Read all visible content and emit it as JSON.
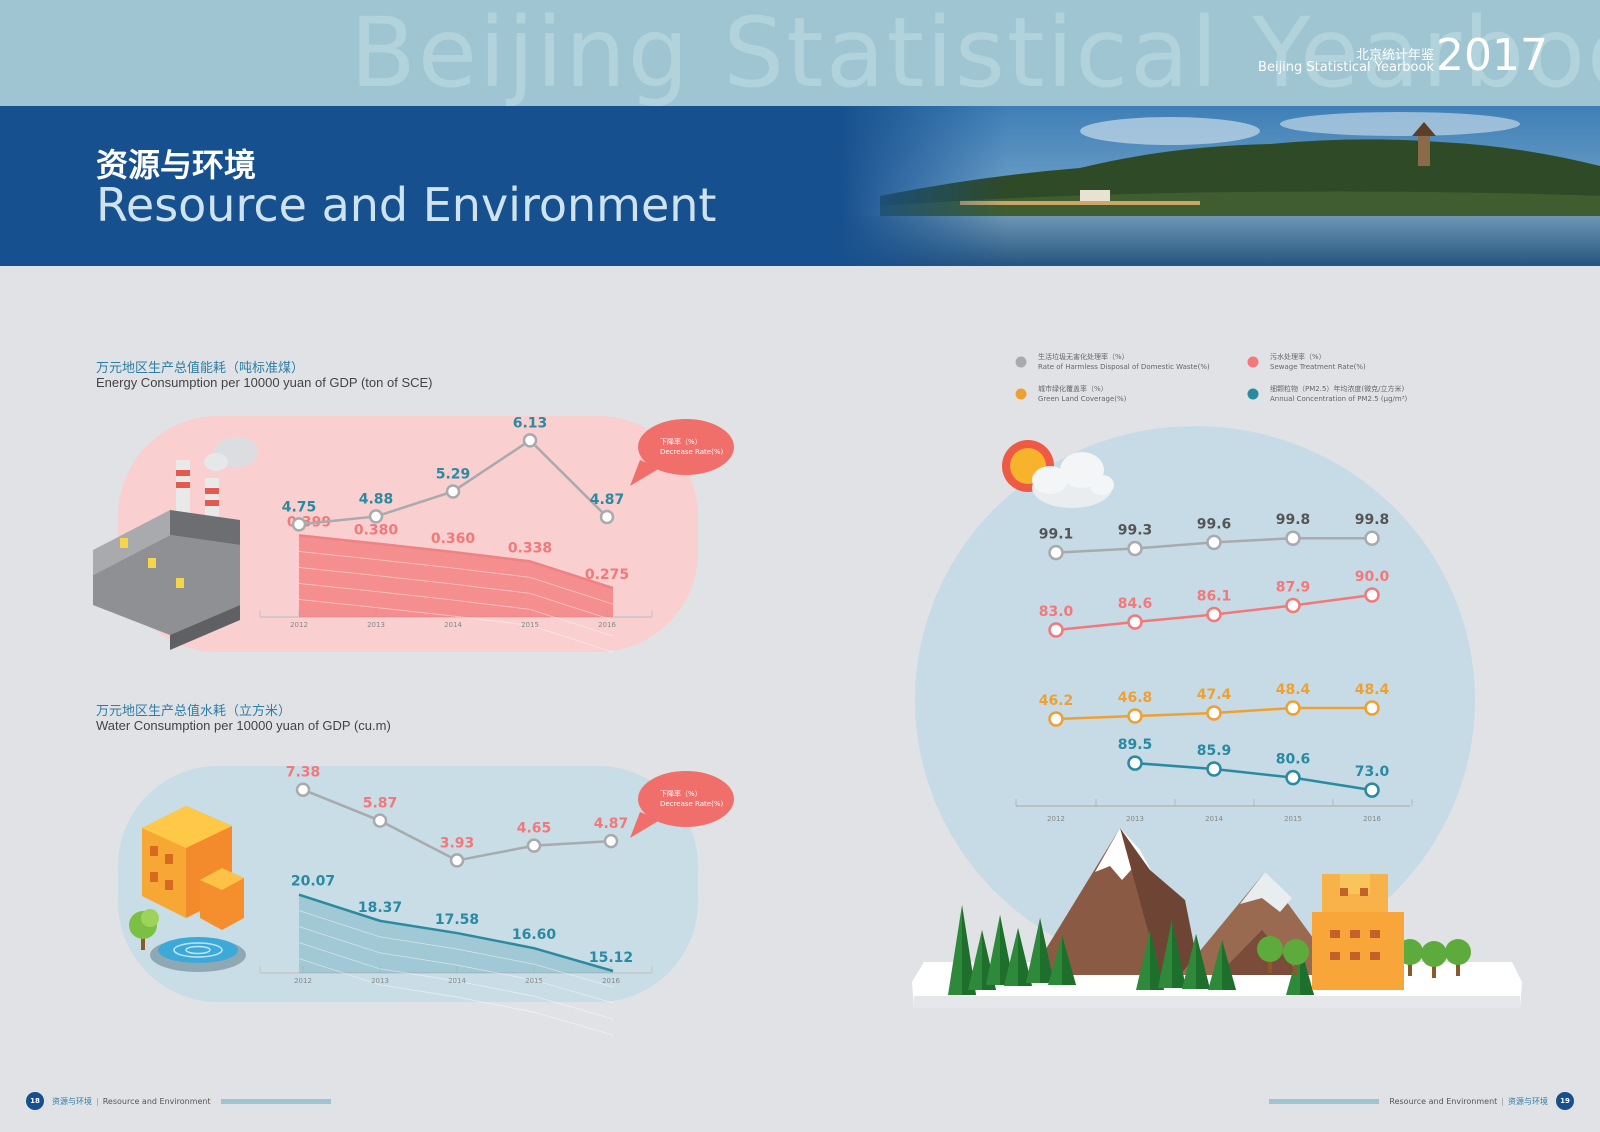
{
  "header": {
    "watermark": "Beijing Statistical Yearbook",
    "yearbook_cn": "北京统计年鉴",
    "yearbook_en": "Beijing Statistical Yearbook",
    "year": "2017"
  },
  "banner": {
    "title_cn": "资源与环境",
    "title_en": "Resource and Environment"
  },
  "colors": {
    "banner_blue": "#17508e",
    "pink": "#f3787a",
    "teal": "#2a8aa2",
    "gray": "#a8aaad",
    "orange": "#f0a030"
  },
  "energy": {
    "title_cn": "万元地区生产总值能耗（吨标准煤）",
    "title_en": "Energy Consumption per 10000 yuan of GDP (ton of SCE)",
    "bubble_cn": "下降率（%）",
    "bubble_en": "Decrease Rate(%)"
  },
  "water": {
    "title_cn": "万元地区生产总值水耗（立方米）",
    "title_en": "Water Consumption per 10000 yuan of GDP (cu.m)",
    "bubble_cn": "下降率（%）",
    "bubble_en": "Decrease Rate(%)"
  },
  "legend": [
    {
      "cn": "生活垃圾无害化处理率（%）",
      "en": "Rate of Harmless Disposal of Domestic Waste(%)",
      "color": "#a8aaad"
    },
    {
      "cn": "污水处理率（%）",
      "en": "Sewage Treatment Rate(%)",
      "color": "#f3787a"
    },
    {
      "cn": "城市绿化覆盖率（%）",
      "en": "Green Land Coverage(%)",
      "color": "#f0a030"
    },
    {
      "cn": "细颗粒物（PM2.5）年均浓度(微克/立方米)",
      "en": "Annual Concentration of PM2.5 (μg/m³)",
      "color": "#2a8aa2"
    }
  ],
  "chart_data": [
    {
      "type": "area",
      "id": "energy",
      "title": "Energy Consumption per 10000 yuan of GDP (ton of SCE)",
      "categories": [
        "2012",
        "2013",
        "2014",
        "2015",
        "2016"
      ],
      "series": [
        {
          "name": "Decrease Rate(%)",
          "kind": "line",
          "color": "#a8aaad",
          "label_color": "#2a8aa2",
          "values": [
            4.75,
            4.88,
            5.29,
            6.13,
            4.87
          ],
          "labels": [
            "4.75",
            "4.88",
            "5.29",
            "6.13",
            "4.87"
          ]
        },
        {
          "kind": "area",
          "color": "#f3787a",
          "label_color": "#f3787a",
          "values": [
            0.399,
            0.38,
            0.36,
            0.338,
            0.275
          ],
          "labels": [
            "0.399",
            "0.380",
            "0.360",
            "0.338",
            "0.275"
          ]
        }
      ]
    },
    {
      "type": "area",
      "id": "water",
      "title": "Water Consumption per 10000 yuan of GDP (cu.m)",
      "categories": [
        "2012",
        "2013",
        "2014",
        "2015",
        "2016"
      ],
      "series": [
        {
          "name": "Decrease Rate(%)",
          "kind": "line",
          "color": "#a8aaad",
          "label_color": "#f3787a",
          "values": [
            7.38,
            5.87,
            3.93,
            4.65,
            4.87
          ],
          "labels": [
            "7.38",
            "5.87",
            "3.93",
            "4.65",
            "4.87"
          ]
        },
        {
          "kind": "area",
          "color": "#2a8aa2",
          "label_color": "#2a8aa2",
          "values": [
            20.07,
            18.37,
            17.58,
            16.6,
            15.12
          ],
          "labels": [
            "20.07",
            "18.37",
            "17.58",
            "16.60",
            "15.12"
          ]
        }
      ]
    },
    {
      "type": "line",
      "id": "environment",
      "categories": [
        "2012",
        "2013",
        "2014",
        "2015",
        "2016"
      ],
      "series": [
        {
          "name": "Rate of Harmless Disposal of Domestic Waste(%)",
          "color": "#a8aaad",
          "label_color": "#555555",
          "values": [
            99.1,
            99.3,
            99.6,
            99.8,
            99.8
          ],
          "labels": [
            "99.1",
            "99.3",
            "99.6",
            "99.8",
            "99.8"
          ]
        },
        {
          "name": "Sewage Treatment Rate(%)",
          "color": "#f3787a",
          "label_color": "#f3787a",
          "values": [
            83.0,
            84.6,
            86.1,
            87.9,
            90.0
          ],
          "labels": [
            "83.0",
            "84.6",
            "86.1",
            "87.9",
            "90.0"
          ]
        },
        {
          "name": "Green Land Coverage(%)",
          "color": "#f0a030",
          "label_color": "#f0a030",
          "values": [
            46.2,
            46.8,
            47.4,
            48.4,
            48.4
          ],
          "labels": [
            "46.2",
            "46.8",
            "47.4",
            "48.4",
            "48.4"
          ]
        },
        {
          "name": "Annual Concentration of PM2.5 (μg/m³)",
          "color": "#2a8aa2",
          "label_color": "#2a8aa2",
          "values": [
            null,
            89.5,
            85.9,
            80.6,
            73.0
          ],
          "labels": [
            null,
            "89.5",
            "85.9",
            "80.6",
            "73.0"
          ]
        }
      ]
    }
  ],
  "footer": {
    "left_page": "18",
    "left_cn": "资源与环境",
    "left_en": "Resource and Environment",
    "right_page": "19",
    "right_cn": "资源与环境",
    "right_en": "Resource and Environment"
  }
}
